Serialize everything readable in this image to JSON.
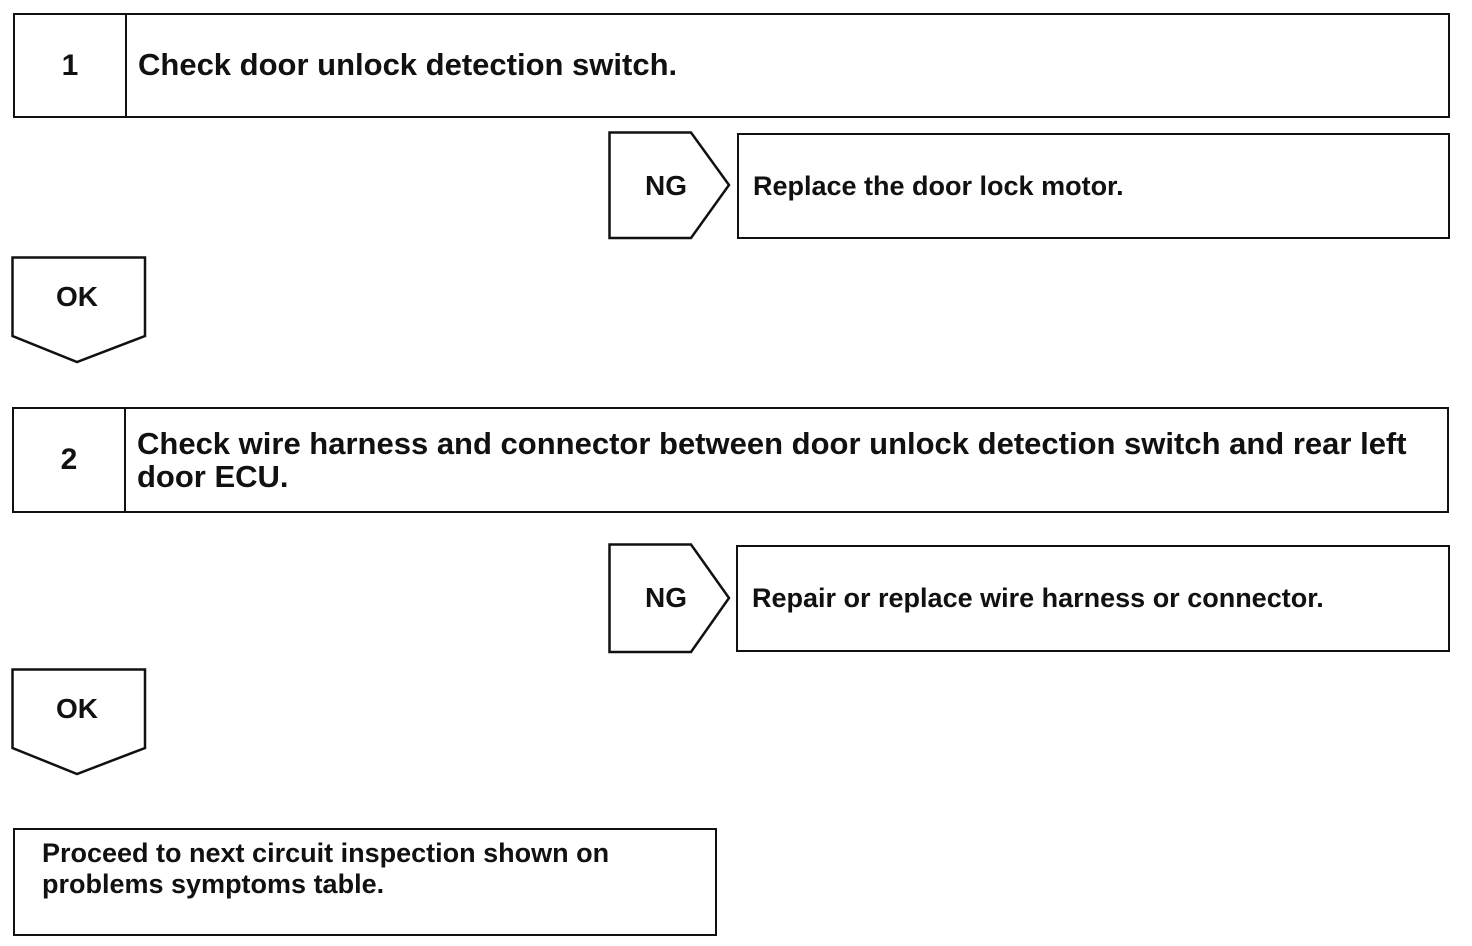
{
  "steps": [
    {
      "number": "1",
      "text": "Check door unlock detection switch.",
      "ng_label": "NG",
      "ng_action": "Replace the door lock motor.",
      "ok_label": "OK"
    },
    {
      "number": "2",
      "text": "Check wire harness and connector between door unlock detection switch and rear left door ECU.",
      "ng_label": "NG",
      "ng_action": "Repair or replace wire harness or connector.",
      "ok_label": "OK"
    }
  ],
  "final": {
    "text": "Proceed to next circuit inspection shown on problems symptoms table."
  }
}
